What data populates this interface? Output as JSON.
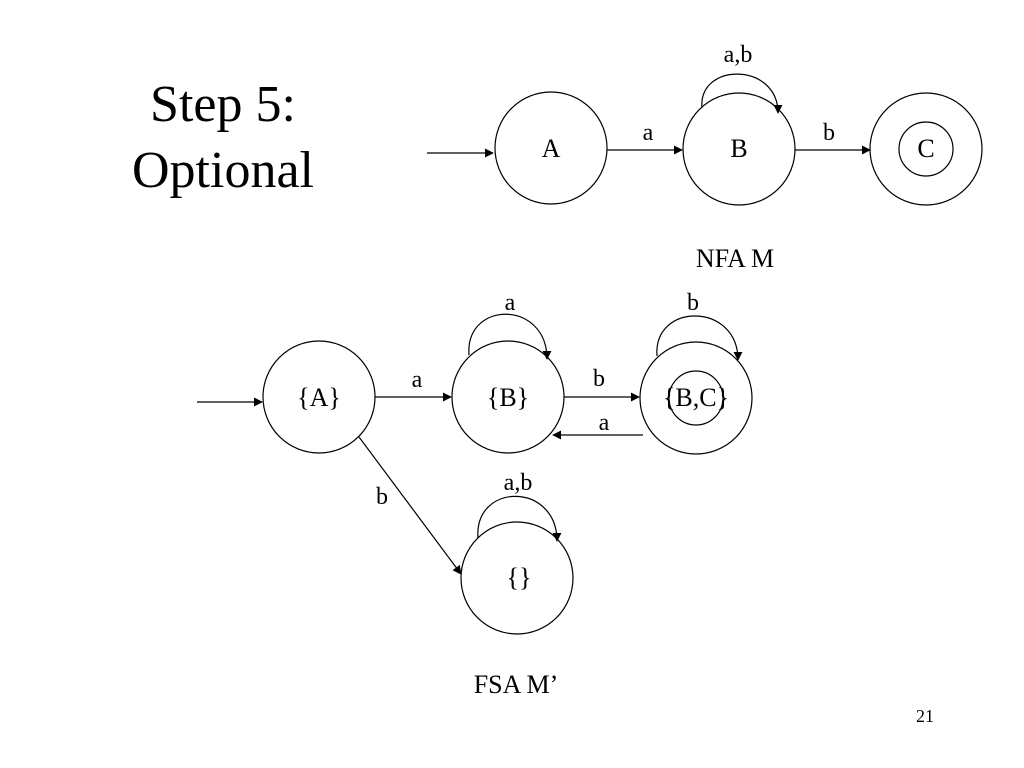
{
  "slide": {
    "title_line1": "Step 5:",
    "title_line2": "Optional",
    "page_number": "21"
  },
  "nfa": {
    "caption": "NFA M",
    "states": {
      "A": "A",
      "B": "B",
      "C": "C"
    },
    "transitions": {
      "a_to_b": "a",
      "b_to_c": "b",
      "b_loop": "a,b"
    }
  },
  "fsa": {
    "caption": "FSA M’",
    "states": {
      "A": "{A}",
      "B": "{B}",
      "BC": "{B,C}",
      "empty": "{}"
    },
    "transitions": {
      "a_to_b": "a",
      "b_loop": "a",
      "b_to_bc": "b",
      "bc_loop": "b",
      "bc_to_b": "a",
      "a_to_empty": "b",
      "empty_loop": "a,b"
    }
  }
}
